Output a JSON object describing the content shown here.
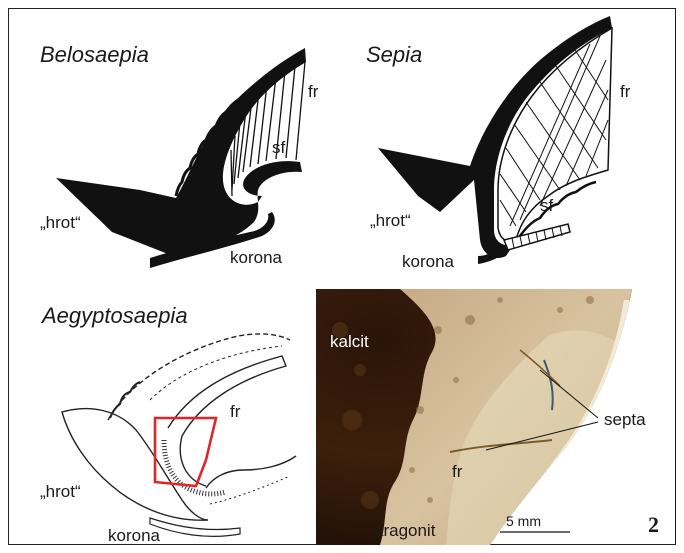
{
  "panels": {
    "belosaepia": {
      "title": "Belosaepia",
      "labels": {
        "fr": "fr",
        "sf": "sf",
        "rostrum": "„hrot“",
        "korona": "korona"
      }
    },
    "sepia": {
      "title": "Sepia",
      "labels": {
        "fr": "fr",
        "sf": "sf",
        "rostrum": "„hrot“",
        "korona": "korona"
      }
    },
    "aegyptosaepia": {
      "title": "Aegyptosaepia",
      "labels": {
        "fr": "fr",
        "rostrum": "„hrot“",
        "korona": "korona"
      }
    },
    "photo": {
      "labels": {
        "kalcit": "kalcit",
        "aragonit": "aragonit",
        "septa": "septa",
        "fr": "fr"
      },
      "scale_bar": "5 mm"
    }
  },
  "figure_number": "2",
  "colors": {
    "highlight_box": "#e0262a",
    "ink": "#111111"
  }
}
